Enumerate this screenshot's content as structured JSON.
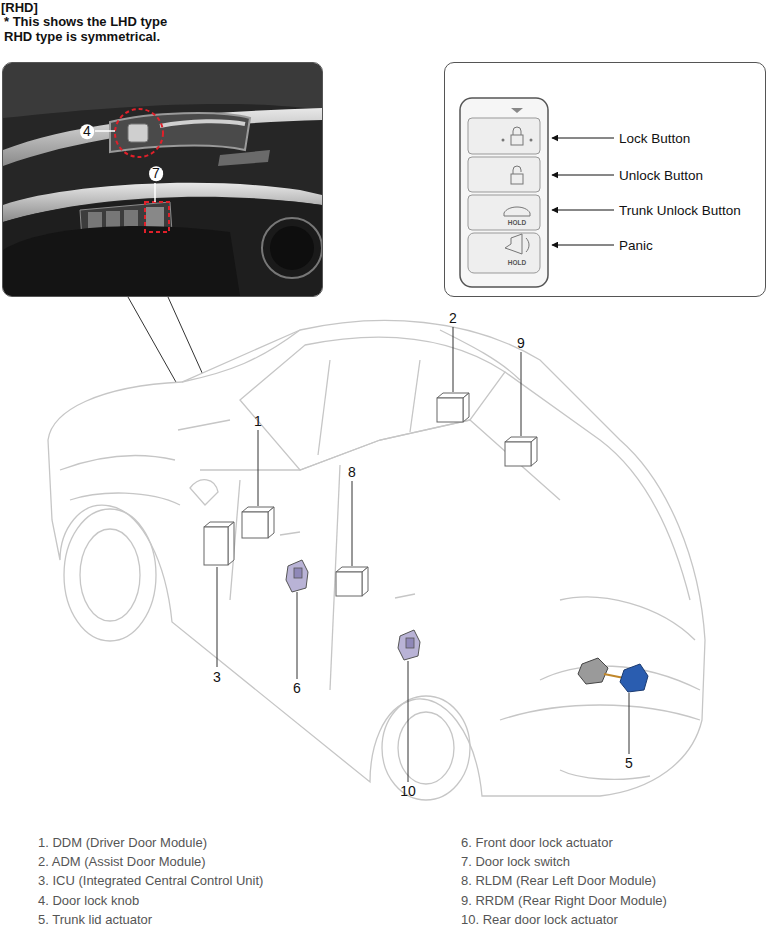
{
  "diagram": {
    "nodes": [
      {
        "text": [
          "4",
          "7"
        ]
      },
      {
        "text": [
          "Lock Button",
          "Unlock Button",
          "Trunk Unlock Button",
          "Panic"
        ]
      }
    ],
    "labels": [
      "[RHD]",
      "* This shows the LHD type RHD type is symmetrical.",
      "1",
      "2",
      "9",
      "8",
      "3",
      "6",
      "10",
      "5",
      "1. DDM (Driver Door Module)",
      "2. ADM (Assist Door Module)",
      "3. ICU (Integrated Central Control Unit)",
      "4. Door lock knob",
      "5. Trunk lid actuator",
      "6. Front door lock actuator",
      "7. Door lock switch",
      "8. RLDM (Rear Left Door Module)",
      "9. RRDM (Rear Right Door Module)",
      "10. Rear door lock actuator",
      "HOLD",
      "HOLD"
    ]
  }
}
